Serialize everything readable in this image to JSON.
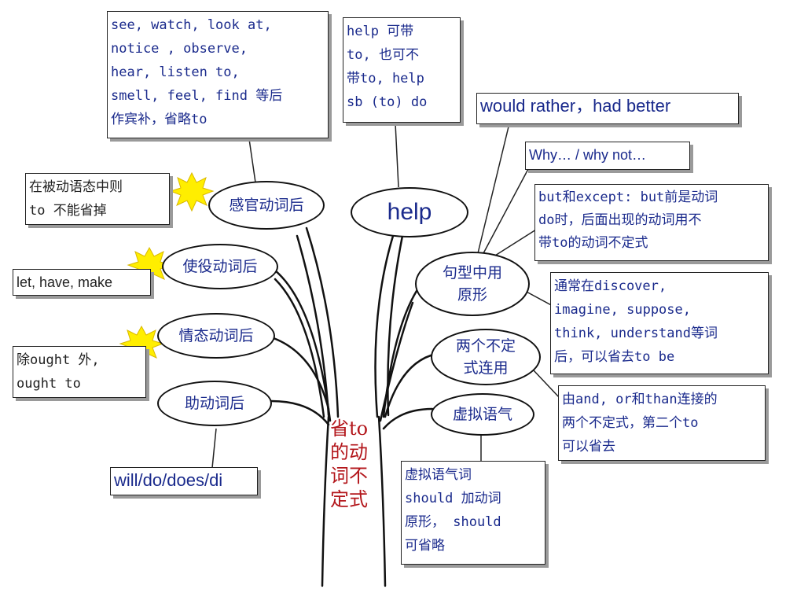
{
  "center": "省to的动词不定式",
  "nodes": {
    "sensory": "感官动词后",
    "help": "help",
    "causative": "使役动词后",
    "pattern": "句型中用\n原形",
    "modal": "情态动词后",
    "two_infinitives": "两个不定\n式连用",
    "auxiliary": "助动词后",
    "subjunctive": "虚拟语气"
  },
  "notes": {
    "sensory_verbs": "see, watch, look at,\nnotice , observe,\nhear, listen to,\nsmell, feel, find 等后\n作宾补，省略to",
    "passive": "在被动语态中则\nto 不能省掉",
    "help_note": "help 可带\nto, 也可不\n带to, help\nsb (to) do",
    "rather": "would rather，had better",
    "why": "Why… / why not…",
    "but_except": "but和except: but前是动词\ndo时，后面出现的动词用不\n带to的动词不定式",
    "causative_verbs": "let, have, make",
    "discover": "通常在discover,\nimagine, suppose,\nthink, understand等词\n后，可以省去to be",
    "ought": "除ought 外,\nought to",
    "and_or": "由and, or和than连接的\n两个不定式，第二个to\n可以省去",
    "will": "will/do/does/di",
    "subjunctive_note": "虚拟语气词\nshould 加动词\n原形， should\n可省略"
  }
}
